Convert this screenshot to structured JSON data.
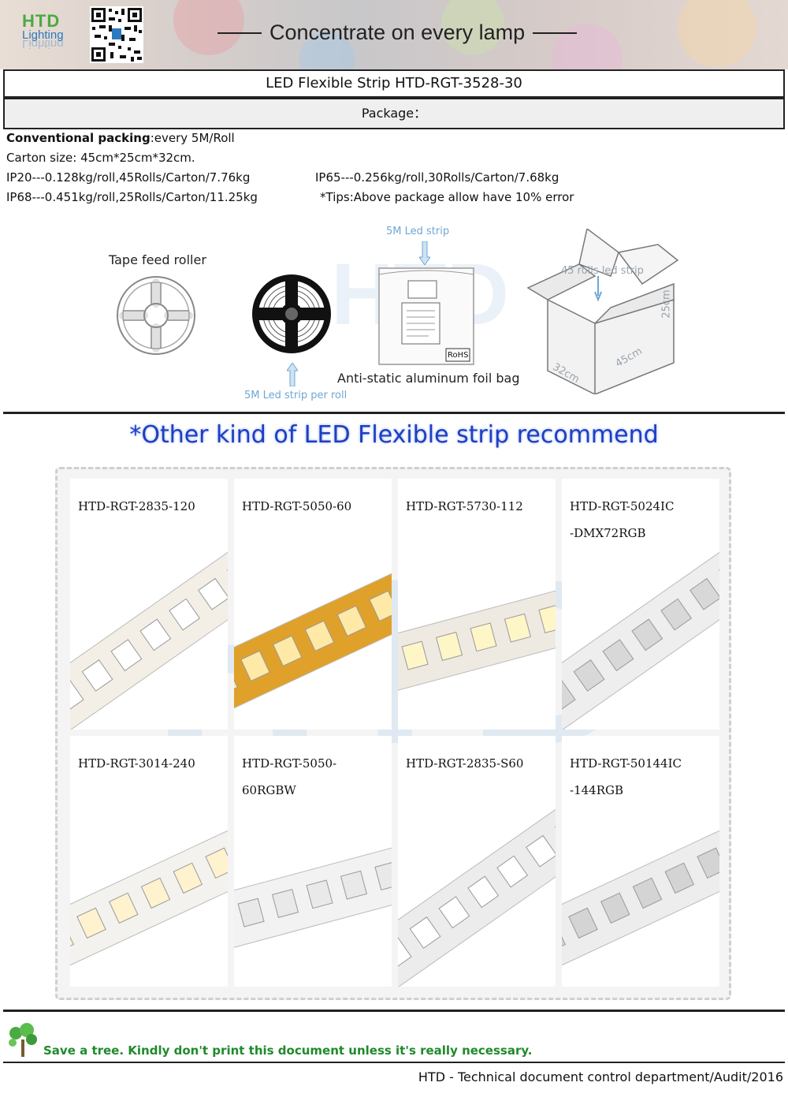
{
  "header": {
    "logo_main": "HTD",
    "logo_sub": "Lighting",
    "slogan": "Concentrate on every lamp"
  },
  "title": "LED Flexible Strip HTD-RGT-3528-30",
  "section": "Package：",
  "packing": {
    "conventional_label": "Conventional packing",
    "conventional_value": ":every 5M/Roll",
    "carton": "Carton size: 45cm*25cm*32cm.",
    "ip20": "IP20---0.128kg/roll,45Rolls/Carton/7.76kg",
    "ip65": "IP65---0.256kg/roll,30Rolls/Carton/7.68kg",
    "ip68": "IP68---0.451kg/roll,25Rolls/Carton/11.25kg",
    "tips": "*Tips:Above package allow have 10% error"
  },
  "diagram": {
    "tape_feed": "Tape feed roller",
    "strip_top": "5M Led strip",
    "strip_per_roll": "5M Led strip  per roll",
    "bag": "Anti-static aluminum foil bag",
    "rohs": "RoHS",
    "box_label": "45 rolls led strip",
    "dim_h": "25cm",
    "dim_w": "45cm",
    "dim_d": "32cm"
  },
  "recommend_title": "*Other kind of LED Flexible strip recommend",
  "products": [
    {
      "name": "HTD-RGT-2835-120",
      "pcb": "#f3efe6",
      "led": "#ffffff"
    },
    {
      "name": "HTD-RGT-5050-60",
      "pcb": "#e0a12a",
      "led": "#ffe9a6"
    },
    {
      "name": "HTD-RGT-5730-112",
      "pcb": "#eeeae2",
      "led": "#fff6c8"
    },
    {
      "name": "HTD-RGT-5024IC\n-DMX72RGB",
      "pcb": "#eeeeee",
      "led": "#d8d8d8"
    },
    {
      "name": "HTD-RGT-3014-240",
      "pcb": "#f4f2ee",
      "led": "#fff2cf"
    },
    {
      "name": "HTD-RGT-5050-60RGBW",
      "pcb": "#f2f2f2",
      "led": "#e9e9e9"
    },
    {
      "name": "HTD-RGT-2835-S60",
      "pcb": "#ececec",
      "led": "#ffffff"
    },
    {
      "name": "HTD-RGT-50144IC\n-144RGB",
      "pcb": "#ededed",
      "led": "#d4d4d4"
    }
  ],
  "footer": {
    "save_tree": "Save a tree. Kindly don't print this document unless it's really necessary.",
    "audit": "HTD - Technical document control department/Audit/2016"
  }
}
